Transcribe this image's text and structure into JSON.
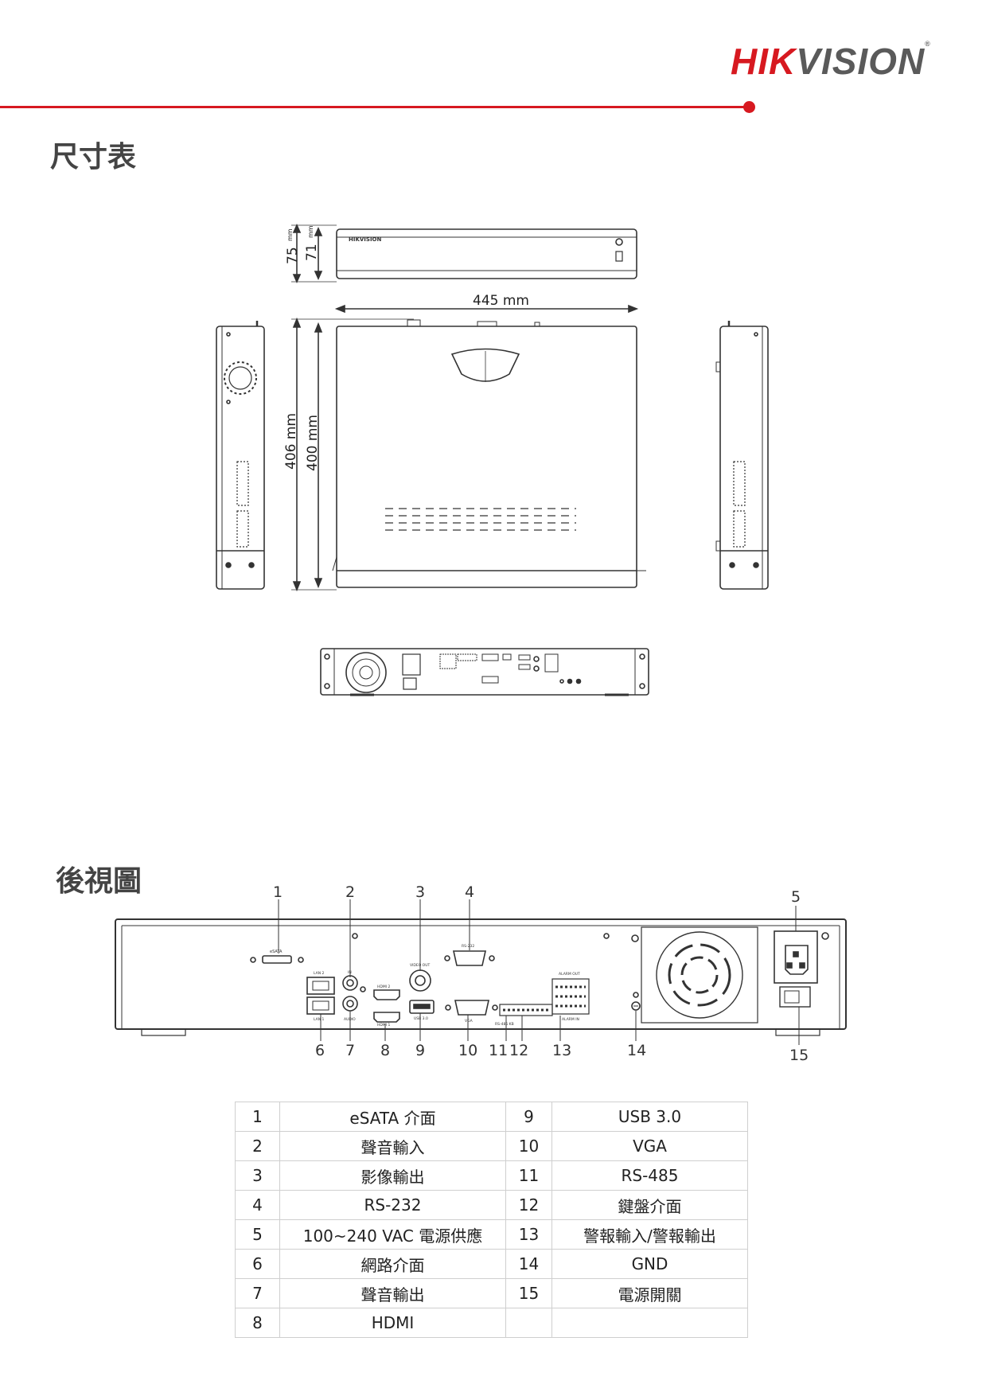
{
  "brand": {
    "part1": "HIK",
    "part2": "VISION",
    "mark": "®"
  },
  "sections": {
    "dimensions_title": "尺寸表",
    "rear_title": "後視圖"
  },
  "dimensions": {
    "height_outer": "75",
    "height_inner": "71",
    "height_unit": "mm",
    "width": "445 mm",
    "depth_outer": "406 mm",
    "depth_inner": "400 mm",
    "front_logo": "HIKVISION"
  },
  "rear_labels": {
    "esata": "eSATA",
    "lan2": "LAN 2",
    "lan1": "LAN 1",
    "in": "IN",
    "audio": "AUDIO",
    "hdmi2": "HDMI 2",
    "hdmi1": "HDMI 1",
    "usb": "USB 3.0",
    "video_out": "VIDEO OUT",
    "rs232": "RS-232",
    "vga": "VGA",
    "rs485": "RS-485  KB",
    "alarm_out": "ALARM OUT",
    "alarm_in": "ALARM IN"
  },
  "callouts": [
    "1",
    "2",
    "3",
    "4",
    "5",
    "6",
    "7",
    "8",
    "9",
    "10",
    "11",
    "12",
    "13",
    "14",
    "15"
  ],
  "ports_table": [
    {
      "no_a": "1",
      "name_a": "eSATA  介面",
      "no_b": "9",
      "name_b": "USB 3.0"
    },
    {
      "no_a": "2",
      "name_a": "聲音輸入",
      "no_b": "10",
      "name_b": "VGA"
    },
    {
      "no_a": "3",
      "name_a": "影像輸出",
      "no_b": "11",
      "name_b": "RS-485"
    },
    {
      "no_a": "4",
      "name_a": "RS-232",
      "no_b": "12",
      "name_b": "鍵盤介面"
    },
    {
      "no_a": "5",
      "name_a": "100~240 VAC  電源供應",
      "no_b": "13",
      "name_b": "警報輸入/警報輸出"
    },
    {
      "no_a": "6",
      "name_a": "網路介面",
      "no_b": "14",
      "name_b": "GND"
    },
    {
      "no_a": "7",
      "name_a": "聲音輸出",
      "no_b": "15",
      "name_b": "電源開關"
    },
    {
      "no_a": "8",
      "name_a": "HDMI",
      "no_b": "",
      "name_b": ""
    }
  ]
}
